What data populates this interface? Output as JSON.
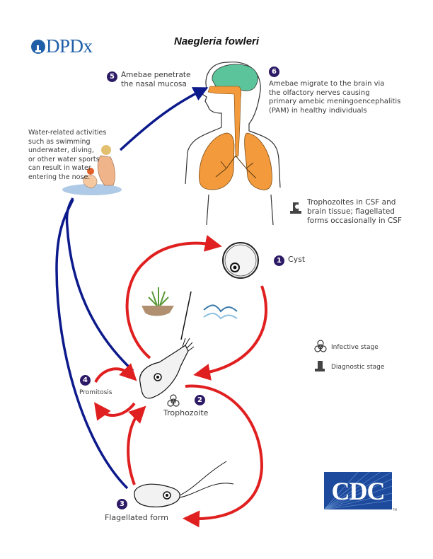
{
  "header": {
    "logo_text": "DPDx",
    "logo_icon": "microscope-circle-icon",
    "title": "Naegleria fowleri"
  },
  "colors": {
    "transmission_arrow": "#0c1a8c",
    "cycle_arrow": "#e02020",
    "badge": "#2d1a66",
    "brain": "#5cc49a",
    "airway": "#f39a3c",
    "logo_blue": "#1f5fa8",
    "cdc_blue": "#1d4a9c"
  },
  "stages": [
    {
      "number": "1",
      "label": "Cyst"
    },
    {
      "number": "2",
      "label": "Trophozoite"
    },
    {
      "number": "3",
      "label": "Flagellated form"
    },
    {
      "number": "4",
      "label": "Promitosis"
    },
    {
      "number": "5",
      "label": "Amebae penetrate the nasal mucosa",
      "lines": [
        "Amebae penetrate",
        "the nasal mucosa"
      ]
    },
    {
      "number": "6",
      "label": "Amebae migrate to the brain via the olfactory nerves causing primary amebic meningoencephalitis (PAM) in healthy individuals",
      "lines": [
        "Amebae migrate to the brain via",
        "the olfactory nerves causing",
        "primary amebic meningoencephalitis",
        "(PAM) in healthy individuals"
      ]
    }
  ],
  "water_note": {
    "lines": [
      "Water-related activities",
      "such as swimming",
      "underwater, diving,",
      "or other water sports",
      "can result in water",
      "entering the nose."
    ]
  },
  "diagnostic_note": {
    "lines": [
      "Trophozoites in CSF and",
      "brain tissue; flagellated",
      "forms occasionally in CSF"
    ]
  },
  "legend": [
    {
      "icon": "biohazard-icon",
      "label": "Infective stage"
    },
    {
      "icon": "microscope-icon",
      "label": "Diagnostic stage"
    }
  ],
  "footer": {
    "cdc_logo_text": "CDC",
    "trademark": "TM"
  }
}
